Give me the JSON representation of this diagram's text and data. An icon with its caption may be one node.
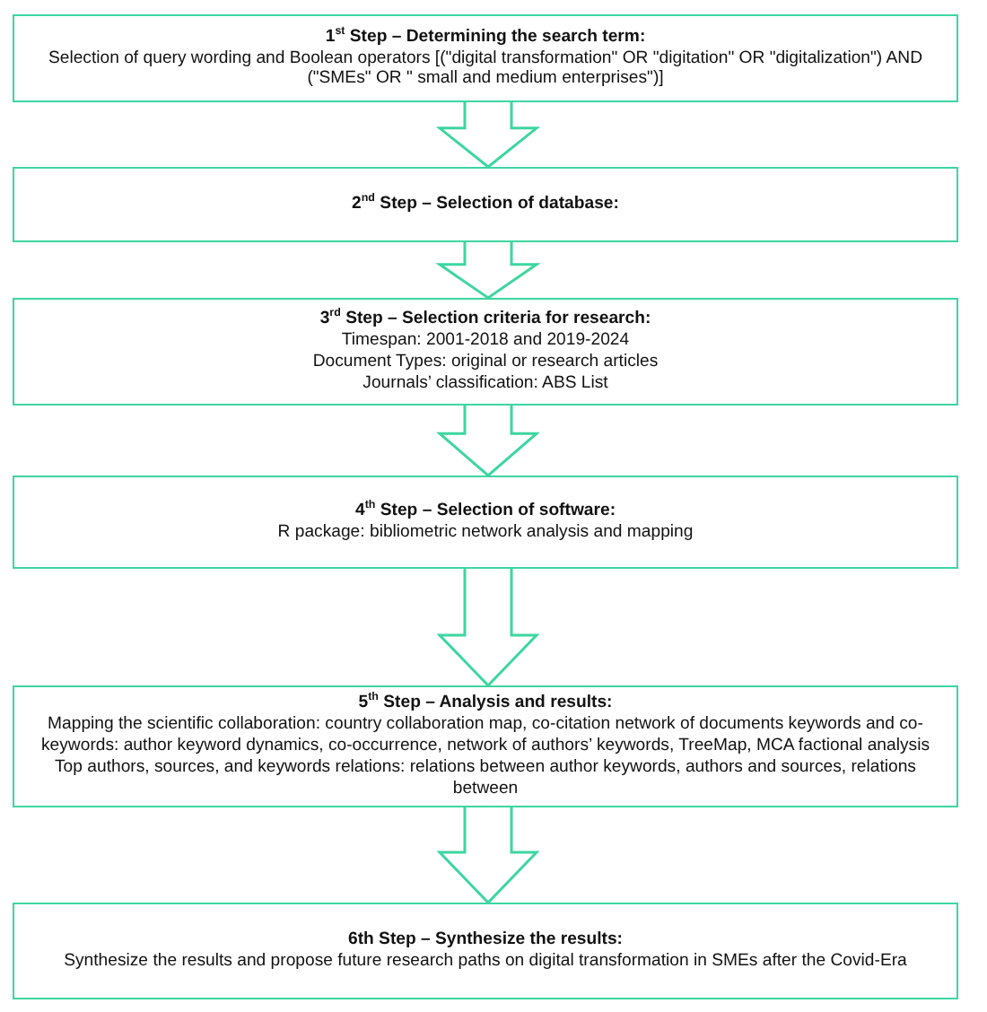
{
  "diagram": {
    "nodes": [
      {
        "text": [
          "1$^{st}$ Step – Determining the search term:",
          "Selection of query wording and Boolean operators [(\"digital transformation\" OR \"digitation\" OR \"digitalization\") AND (\"SMEs\" OR \" small and medium enterprises\")]"
        ]
      },
      {
        "text": [
          "2$^{nd}$ Step – Selection of database:"
        ]
      },
      {
        "text": [
          "3$^{rd}$ Step – Selection criteria for research:",
          "Timespan: 2001-2018 and 2019-2024",
          "Document Types: original or research articles",
          "Journals’ classification: ABS List"
        ]
      },
      {
        "text": [
          "4$^{th}$  Step – Selection of software:",
          "R package: bibliometric network analysis and mapping"
        ]
      },
      {
        "text": [
          "5$^{th}$  Step – Analysis and results:",
          "Mapping the scientific collaboration: country collaboration map, co-citation network of documents keywords and co-keywords: author keyword dynamics, co-occurrence, network of authors’ keywords, TreeMap, MCA factional analysis",
          "Top authors, sources, and keywords relations: relations between author keywords, authors and sources, relations between"
        ]
      },
      {
        "text": [
          "6th Step –   Synthesize the results:",
          "Synthesize the results and propose future research paths  on digital transformation in SMEs after the Covid-Era"
        ]
      }
    ],
    "edges": [
      {
        "from": 0,
        "to": 1,
        "arrow": "to"
      },
      {
        "from": 1,
        "to": 2,
        "arrow": "to"
      },
      {
        "from": 2,
        "to": 3,
        "arrow": "to"
      },
      {
        "from": 3,
        "to": 4,
        "arrow": "to"
      },
      {
        "from": 4,
        "to": 5,
        "arrow": "to"
      }
    ]
  }
}
